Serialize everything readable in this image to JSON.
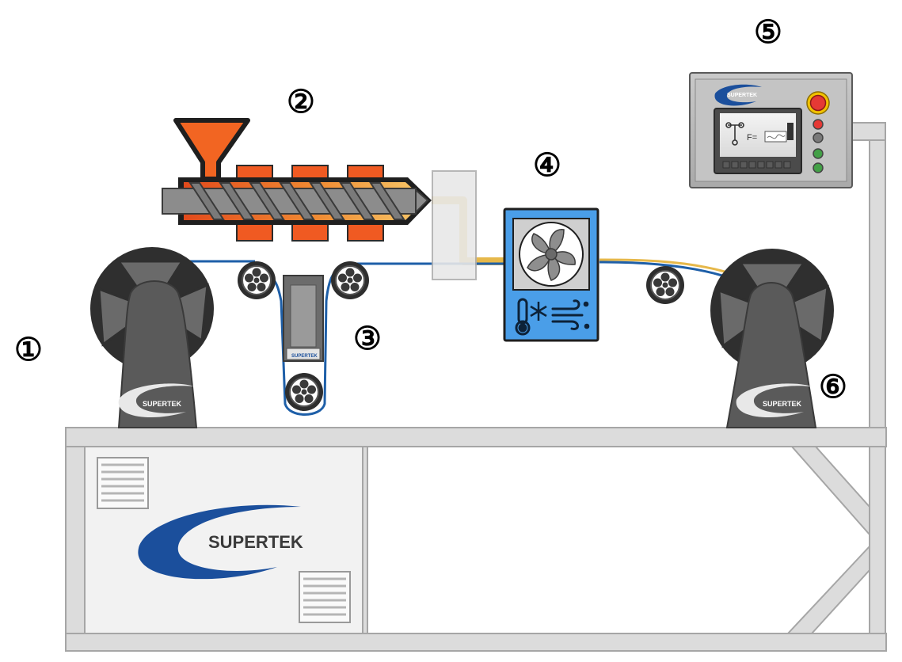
{
  "labels": {
    "n1": "①",
    "n2": "②",
    "n3": "③",
    "n4": "④",
    "n5": "⑤",
    "n6": "⑥"
  },
  "brand": {
    "name": "SUPERTEK"
  },
  "panel": {
    "formula": "F="
  },
  "colors": {
    "frame_fill": "#dcdcdc",
    "frame_stroke": "#a6a6a6",
    "cabinet_fill": "#f2f2f2",
    "brand_blue": "#1b4f9c",
    "heater_orange": "#f05a22",
    "hopper_orange": "#f26522",
    "melt_yellow": "#f7c96a",
    "screw_gray": "#8c8c8c",
    "spool_dark": "#333333",
    "stand_gray": "#555555",
    "cooler_blue": "#4a9ee8",
    "filament_blue": "#1e5fa8",
    "filament_yellow": "#e6b84a",
    "stop_red": "#e53935",
    "led_green": "#43a047"
  }
}
